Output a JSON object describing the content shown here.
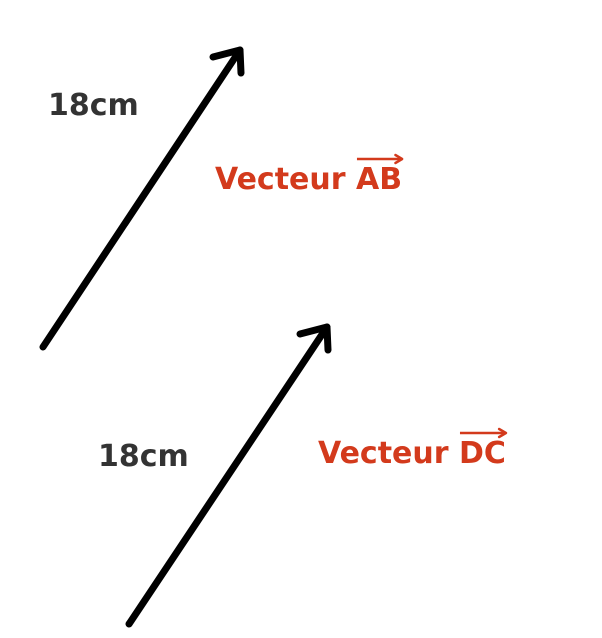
{
  "colors": {
    "arrow": "#000000",
    "length_text": "#333333",
    "vector_text": "#d33a1c"
  },
  "vectors": [
    {
      "length_label": "18cm",
      "caption_prefix": "Vecteur",
      "name": "AB"
    },
    {
      "length_label": "18cm",
      "caption_prefix": "Vecteur",
      "name": "DC"
    }
  ]
}
